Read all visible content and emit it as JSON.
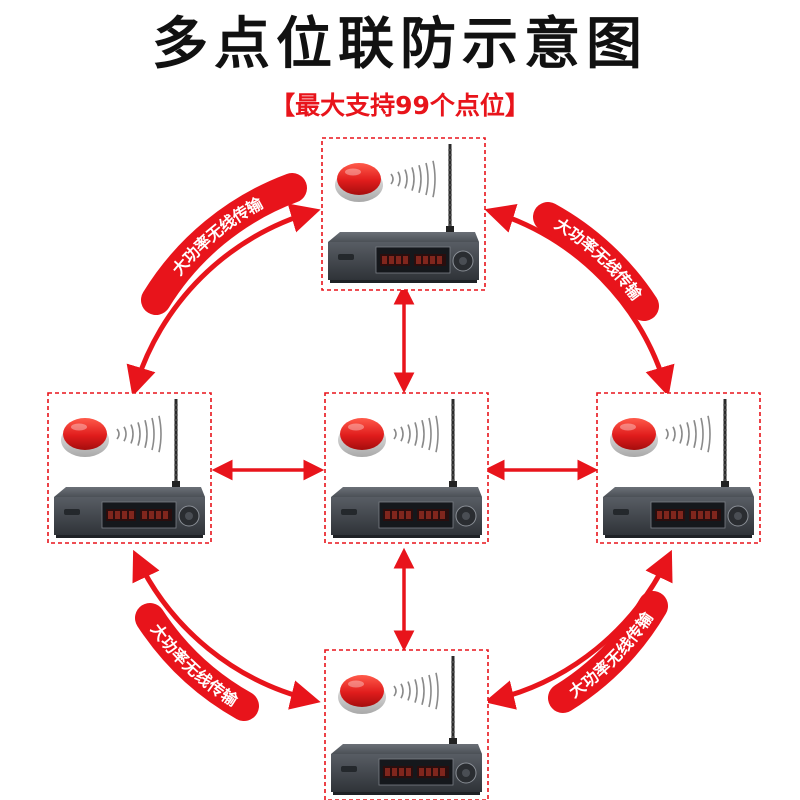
{
  "title": "多点位联防示意图",
  "subtitle": "【最大支持99个点位】",
  "link_label": "大功率无线传输",
  "colors": {
    "accent": "#e8141b",
    "frame": "#e8141b",
    "device_body": "#3e434a",
    "device_top": "#54595f",
    "button_red": "#e01c1c",
    "button_base": "#cfcfcf"
  },
  "icons": [
    "emergency-button-icon",
    "signal-wave-icon",
    "antenna-icon",
    "receiver-host-icon",
    "bidirectional-arrow-icon"
  ],
  "nodes": [
    {
      "id": "top"
    },
    {
      "id": "left"
    },
    {
      "id": "center"
    },
    {
      "id": "right"
    },
    {
      "id": "bottom"
    }
  ]
}
